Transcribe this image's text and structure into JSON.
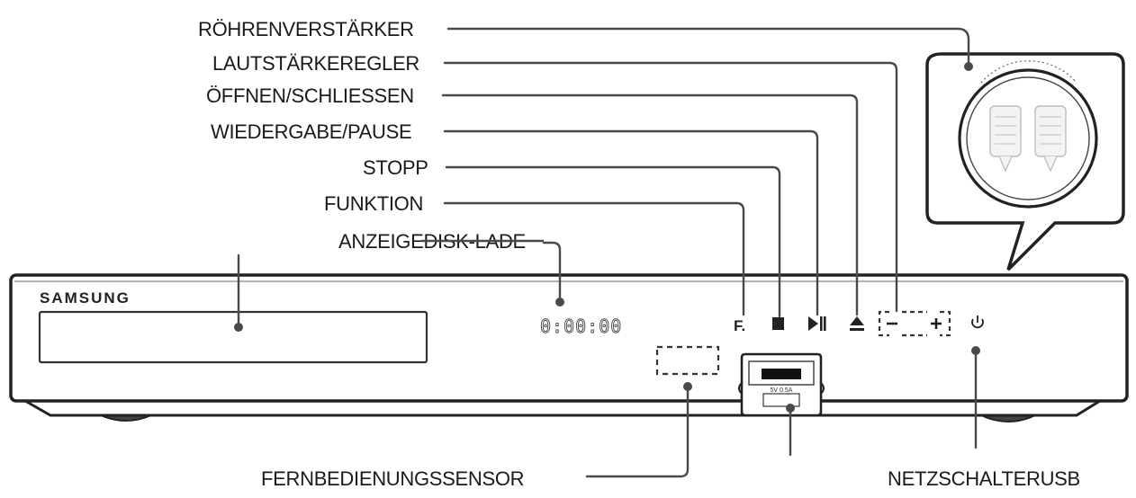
{
  "labels": {
    "tube_amp": "RÖHRENVERSTÄRKER",
    "volume": "LAUTSTÄRKEREGLER",
    "open_close": "ÖFFNEN/SCHLIESSEN",
    "play_pause": "WIEDERGABE/PAUSE",
    "stop": "STOPP",
    "function": "FUNKTION",
    "display_tray": "ANZEIGEDISK-LADE",
    "remote_sensor": "FERNBEDIENUNGSSENSOR",
    "power_usb": "NETZSCHALTERUSB"
  },
  "device": {
    "brand": "SAMSUNG",
    "display_text": "0:00:00",
    "function_key": "F.",
    "usb_label": "5V 0.5A"
  }
}
